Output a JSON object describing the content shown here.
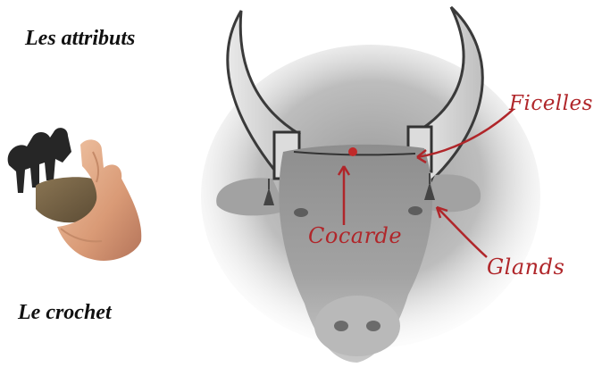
{
  "title": "Les attributs",
  "caption": "Le crochet",
  "labels": {
    "ficelles": "Ficelles",
    "cocarde": "Cocarde",
    "glands": "Glands"
  },
  "colors": {
    "annotation": "#b0262a",
    "text": "#111111"
  }
}
